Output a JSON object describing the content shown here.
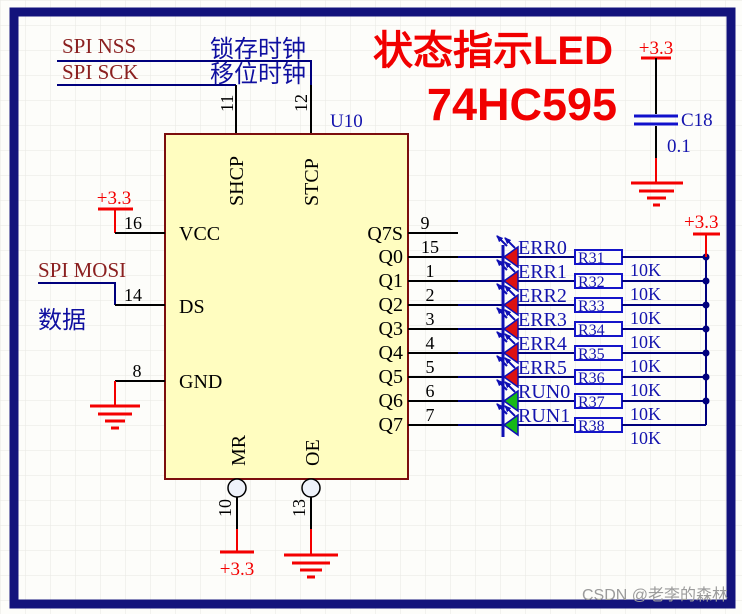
{
  "title": {
    "line1": "状态指示LED",
    "line2": "74HC595"
  },
  "watermark": "CSDN @老李的森林",
  "power": {
    "v33": "+3.3"
  },
  "chip": {
    "designator": "U10",
    "left_pins": [
      {
        "num": "16",
        "name": "VCC"
      },
      {
        "num": "14",
        "name": "DS"
      },
      {
        "num": "8",
        "name": "GND"
      }
    ],
    "top_pins": [
      {
        "num": "11",
        "name": "SHCP"
      },
      {
        "num": "12",
        "name": "STCP"
      }
    ],
    "bottom_pins": [
      {
        "num": "10",
        "name": "MR"
      },
      {
        "num": "13",
        "name": "OE"
      }
    ],
    "serial_out": {
      "num": "9",
      "name": "Q7S"
    }
  },
  "nets": {
    "spi_nss": "SPI NSS",
    "spi_sck": "SPI SCK",
    "spi_mosi": "SPI MOSI",
    "latch_clock_note": "锁存时钟",
    "shift_clock_note": "移位时钟",
    "data_note": "数据"
  },
  "capacitor": {
    "designator": "C18",
    "value": "0.1"
  },
  "led_rows": [
    {
      "pin": "15",
      "q": "Q0",
      "net": "ERR0",
      "led_color": "red",
      "res": "R31",
      "val": "10K"
    },
    {
      "pin": "1",
      "q": "Q1",
      "net": "ERR1",
      "led_color": "red",
      "res": "R32",
      "val": "10K"
    },
    {
      "pin": "2",
      "q": "Q2",
      "net": "ERR2",
      "led_color": "red",
      "res": "R33",
      "val": "10K"
    },
    {
      "pin": "3",
      "q": "Q3",
      "net": "ERR3",
      "led_color": "red",
      "res": "R34",
      "val": "10K"
    },
    {
      "pin": "4",
      "q": "Q4",
      "net": "ERR4",
      "led_color": "red",
      "res": "R35",
      "val": "10K"
    },
    {
      "pin": "5",
      "q": "Q5",
      "net": "ERR5",
      "led_color": "red",
      "res": "R36",
      "val": "10K"
    },
    {
      "pin": "6",
      "q": "Q6",
      "net": "RUN0",
      "led_color": "green",
      "res": "R37",
      "val": "10K"
    },
    {
      "pin": "7",
      "q": "Q7",
      "net": "RUN1",
      "led_color": "green",
      "res": "R38",
      "val": "10K"
    }
  ],
  "colors": {
    "wire": "#00007d",
    "text_blue": "#1414ae",
    "net_maroon": "#8b2020",
    "power_red": "#f40000",
    "title_red": "#f10000",
    "chip_fill": "#fffdc0",
    "chip_border": "#7c0e0e",
    "led_red": "#dd1111",
    "led_green": "#16b916",
    "frame_navy": "#13137c",
    "grid_line": "#e8e8e3",
    "watermark_gray": "#9b9b9b"
  }
}
